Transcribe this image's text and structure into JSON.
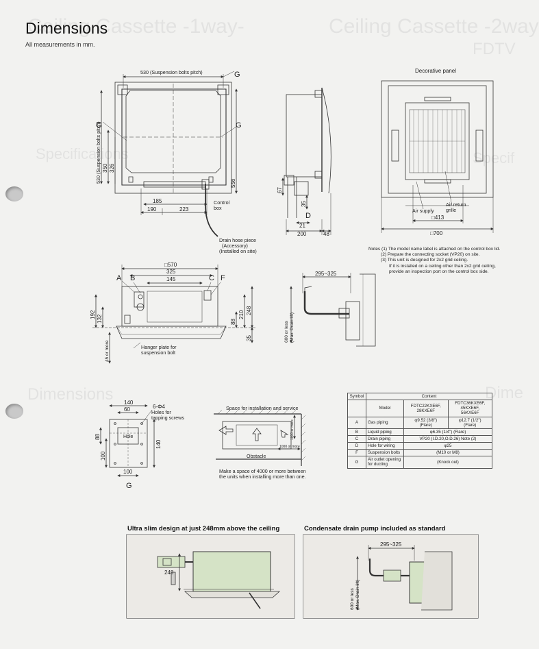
{
  "header": {
    "title": "Dimensions",
    "subtitle": "All measurements in mm."
  },
  "ghost_text": [
    "Ceiling Cassette -1way-",
    "Ceiling Cassette -2way",
    "FDTV",
    "Specifications",
    "Specif",
    "Dimensions",
    "Dime"
  ],
  "top_view": {
    "suspension_pitch_h": "530 (Suspension bolts pitch)",
    "suspension_pitch_v": "530 (Suspension bolts pitch)",
    "label_g": "G",
    "dim_350": "350",
    "dim_326": "326",
    "dim_556": "556",
    "dim_185": "185",
    "dim_190": "190",
    "dim_223": "223",
    "control_box": "Control\nbox",
    "drain_hose": "Drain hose piece\n(Accessory)\n(Installed on site)"
  },
  "side_view": {
    "dim_67": "67",
    "dim_35": "35",
    "label_d": "D",
    "dim_21": "21",
    "dim_200": "200",
    "dim_48": "48"
  },
  "panel_view": {
    "title": "Decorative panel",
    "air_supply": "Air supply",
    "air_return": "Air return\ngrille",
    "dim_413": "□413",
    "dim_700": "□700"
  },
  "notes": [
    "Notes (1) The model name label is attached on the control box lid.",
    "(2) Prepare the connecting socket (VP20) on site.",
    "(3) This unit is designed for 2x2 grid ceiling.",
    "If it is installed on a ceiling other than 2x2 grid ceiling,",
    "provide an inspection port on the control box side."
  ],
  "front_view": {
    "dim_570": "□570",
    "dim_325": "325",
    "dim_145": "145",
    "labels": [
      "A",
      "B",
      "C",
      "F"
    ],
    "dim_192": "192",
    "dim_132": "132",
    "dim_88": "88",
    "dim_210": "210",
    "dim_248": "248",
    "dim_35": "35",
    "dim_45": "45 or more",
    "hanger_plate": "Hanger plate for\nsuspension bolt"
  },
  "drain_view": {
    "dim_295": "295~325",
    "lift": "600 or less\n(Max. Drain lift)"
  },
  "hole_view": {
    "dim_140": "140",
    "dim_60": "60",
    "holes": "6-Φ4",
    "holes_note": "Holes for\ntapping screws",
    "dim_88": "88",
    "hole": "Hole",
    "dim_100v": "100",
    "dim_140v": "140",
    "dim_100": "100",
    "label_g": "G"
  },
  "service_view": {
    "title": "Space for installation and service",
    "dim_1000a": "1000 or more",
    "dim_1000b": "1000 or more",
    "obstacle": "Obstacle",
    "note": "Make a space of 4000 or more between\nthe units when installing more than one."
  },
  "spec_table": {
    "col_symbol": "Symbol",
    "col_content": "Content",
    "model_label": "Model",
    "model_a": "FDTC22KXE6F,\n28KXE6F",
    "model_b": "FDTC36KXE6F,\n45KXE6F,\n56KXE6F",
    "rows": [
      {
        "sym": "A",
        "item": "Gas piping",
        "v1": "φ9.52 (3/8\")\n(Flare)",
        "v2": "φ12.7 (1/2\")\n(Flare)"
      },
      {
        "sym": "B",
        "item": "Liquid piping",
        "v": "φ6.35 (1/4\") (Flare)"
      },
      {
        "sym": "C",
        "item": "Drain piping",
        "v": "VP20 (I.D.20,O.D.26)   Note (2)"
      },
      {
        "sym": "D",
        "item": "Hole for wiring",
        "v": "φ25"
      },
      {
        "sym": "F",
        "item": "Suspension bolts",
        "v": "(M10 or M8)"
      },
      {
        "sym": "G",
        "item": "Air outlet opening\nfor ducting",
        "v": "(Knock out)"
      }
    ]
  },
  "bottom": {
    "slim_caption": "Ultra slim design at just 248mm above the ceiling",
    "slim_dim": "248",
    "pump_caption": "Condensate drain pump included as standard",
    "pump_dim": "295~325",
    "pump_lift": "600 or less\n(Max. Drain lift)"
  },
  "colors": {
    "line": "#333333",
    "unit_fill": "#d5e3c6",
    "paper": "#f2f2f0"
  }
}
